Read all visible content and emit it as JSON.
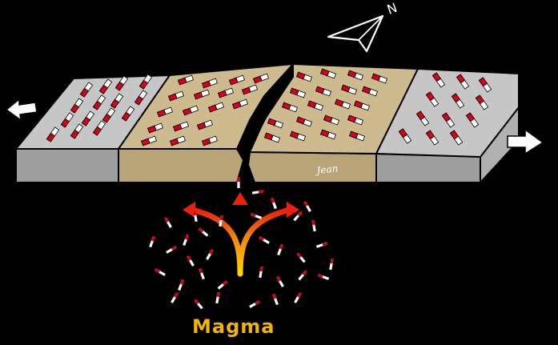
{
  "labels": {
    "magma": "Magma",
    "signature": "Jean",
    "north": "N"
  },
  "colors": {
    "background": "#000000",
    "old_crust_top": "#c6c6c6",
    "old_crust_side": "#9e9e9e",
    "young_crust_top": "#cdbb8f",
    "young_crust_side": "#b9a477",
    "stripe_red": "#d4001a",
    "stripe_white": "#ffffff",
    "magma_text": "#f2b400",
    "arrow_red": "#e8200c",
    "arrow_yellow": "#ffd000",
    "spreading_arrow": "#ffffff"
  },
  "icons": {
    "north_arrow": "north-arrow-icon",
    "spreading_left": "arrow-left-icon",
    "spreading_right": "arrow-right-icon"
  }
}
